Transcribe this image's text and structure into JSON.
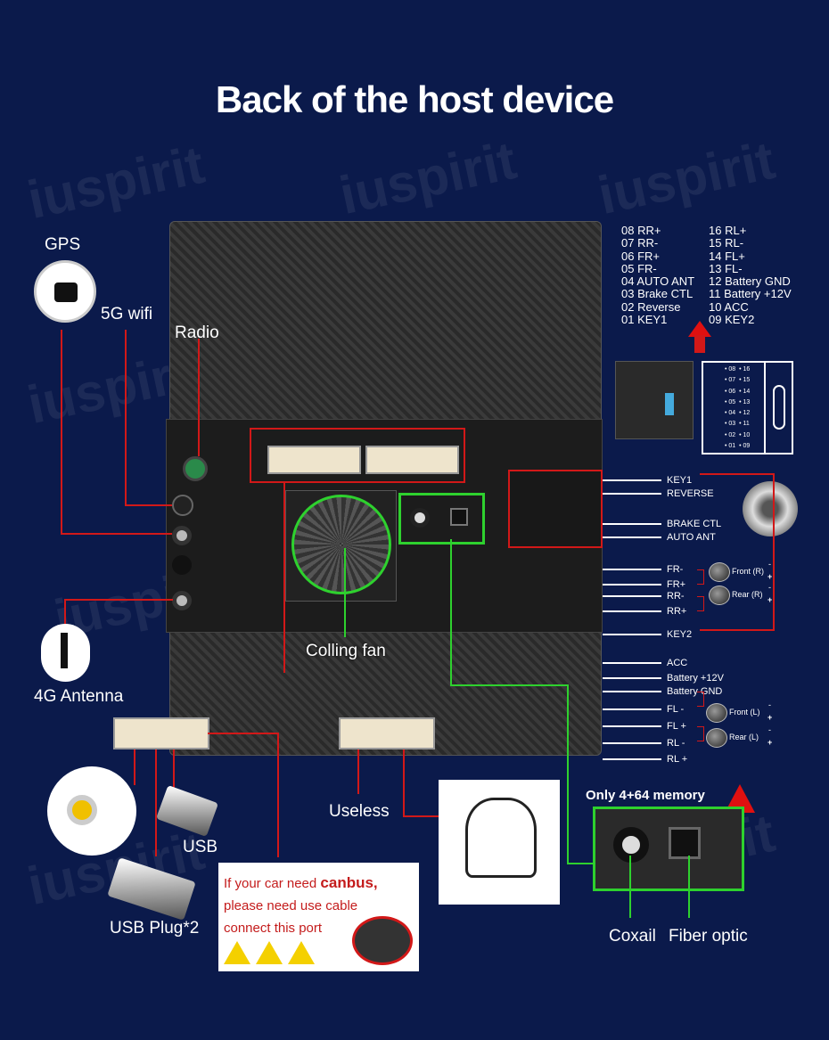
{
  "title": "Back of the host device",
  "watermark": "iuspirit",
  "labels": {
    "gps": "GPS",
    "wifi": "5G wifi",
    "radio": "Radio",
    "antenna4g": "4G Antenna",
    "fan": "Colling fan",
    "usb": "USB",
    "usb_plug": "USB Plug*2",
    "useless": "Useless",
    "memory": "Only 4+64 memory",
    "coaxial": "Coxail",
    "fiber": "Fiber optic"
  },
  "canbus": {
    "line1_prefix": "If your car need ",
    "line1_bold": "canbus,",
    "line2": "please need use cable",
    "line3": "connect this port"
  },
  "pins_left": [
    "08 RR+",
    "07 RR-",
    "06 FR+",
    "05 FR-",
    "04 AUTO ANT",
    "03 Brake CTL",
    "02 Reverse",
    "01 KEY1"
  ],
  "pins_right": [
    "16 RL+",
    "15 RL-",
    "14 FL+",
    "13 FL-",
    "12 Battery GND",
    "11 Battery +12V",
    "10 ACC",
    "09 KEY2"
  ],
  "pin_diagram": {
    "left": [
      "08",
      "07",
      "06",
      "05",
      "04",
      "03",
      "02",
      "01"
    ],
    "right": [
      "16",
      "15",
      "14",
      "13",
      "12",
      "11",
      "10",
      "09"
    ]
  },
  "wires": [
    "KEY1",
    "REVERSE",
    "BRAKE CTL",
    "AUTO ANT",
    "FR-",
    "FR+",
    "RR-",
    "RR+",
    "KEY2",
    "ACC",
    "Battery +12V",
    "Battery GND",
    "FL -",
    "FL +",
    "RL -",
    "RL +"
  ],
  "speakers": [
    "Front (R)",
    "Rear (R)",
    "Front (L)",
    "Rear (L)"
  ],
  "polarity": {
    "minus": "-",
    "plus": "+"
  }
}
